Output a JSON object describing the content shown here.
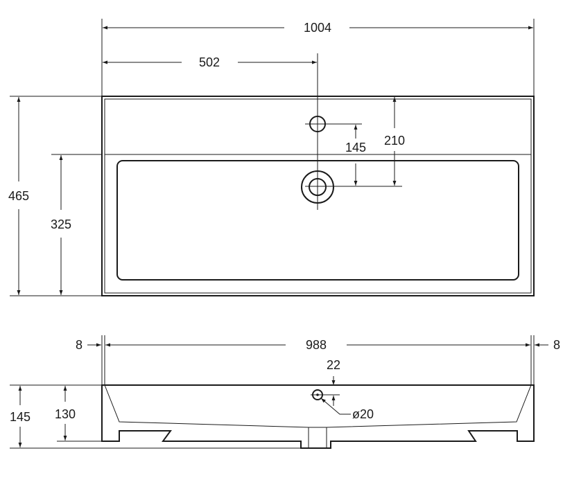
{
  "top_view": {
    "overall_width": "1004",
    "half_width": "502",
    "overall_depth": "465",
    "bowl_depth": "325",
    "tap_to_drain": "145",
    "back_to_drain": "210"
  },
  "side_view": {
    "left_offset": "8",
    "inner_width": "988",
    "right_offset": "8",
    "overflow_offset": "22",
    "overflow_diameter": "ø20",
    "total_height": "145",
    "body_height": "130"
  },
  "colors": {
    "line": "#1a1a1a",
    "background": "#ffffff"
  }
}
